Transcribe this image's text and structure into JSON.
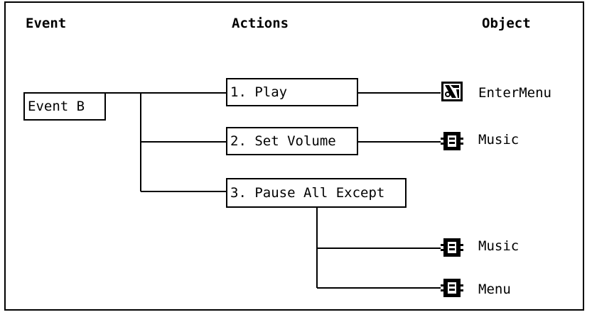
{
  "headers": {
    "event": "Event",
    "actions": "Actions",
    "object": "Object"
  },
  "event": {
    "label": "Event B"
  },
  "actions": [
    {
      "label": "1. Play"
    },
    {
      "label": "2. Set Volume"
    },
    {
      "label": "3. Pause All Except"
    }
  ],
  "objects": [
    {
      "label": "EnterMenu",
      "icon": "sound-object-icon"
    },
    {
      "label": "Music",
      "icon": "audio-bus-icon"
    },
    {
      "label": "Music",
      "icon": "audio-bus-icon"
    },
    {
      "label": "Menu",
      "icon": "audio-bus-icon"
    }
  ]
}
